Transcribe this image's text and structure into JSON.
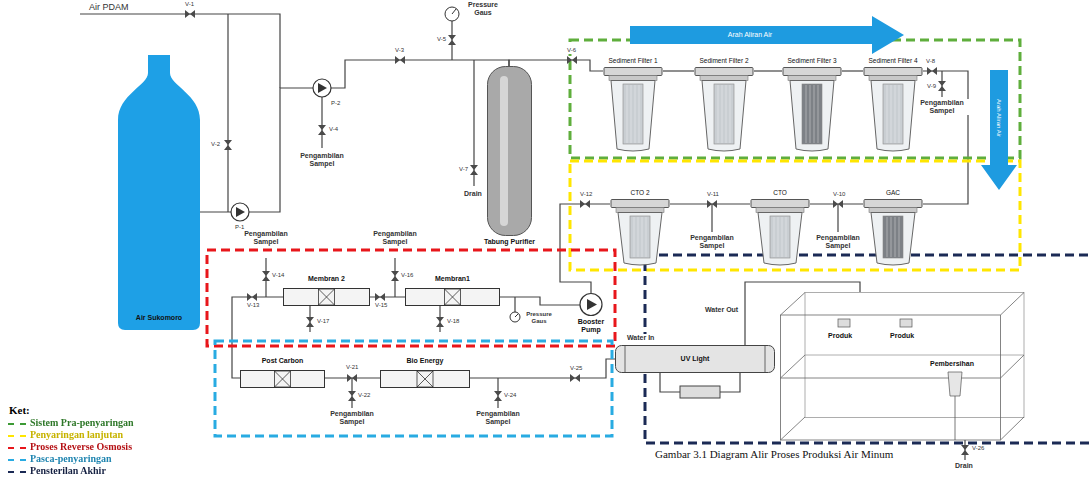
{
  "diagram": {
    "caption": "Gambar 3.1 Diagram Alir Proses Produksi Air Minum",
    "nodes": [
      {
        "text": [
          "Air Sukomoro"
        ]
      },
      {
        "text": [
          "Tabung Purifier"
        ]
      },
      {
        "text": [
          "Sediment Filter 1"
        ]
      },
      {
        "text": [
          "Sediment Filter 2"
        ]
      },
      {
        "text": [
          "Sediment Filter 3"
        ]
      },
      {
        "text": [
          "Sediment Filter 4"
        ]
      },
      {
        "text": [
          "CTO 2"
        ]
      },
      {
        "text": [
          "CTO"
        ]
      },
      {
        "text": [
          "GAC"
        ]
      },
      {
        "text": [
          "Membran 2"
        ]
      },
      {
        "text": [
          "Membran1"
        ]
      },
      {
        "text": [
          "Booster Pump"
        ]
      },
      {
        "text": [
          "Post Carbon"
        ]
      },
      {
        "text": [
          "Bio Energy"
        ]
      },
      {
        "text": [
          "UV Light"
        ]
      },
      {
        "text": [
          "Produk",
          "Produk",
          "Pembersihan"
        ]
      }
    ],
    "edges": [
      {
        "from": 0,
        "to": 1,
        "arrow": "none"
      },
      {
        "from": 1,
        "to": 2,
        "arrow": "none"
      },
      {
        "from": 2,
        "to": 3,
        "arrow": "none"
      },
      {
        "from": 3,
        "to": 4,
        "arrow": "none"
      },
      {
        "from": 4,
        "to": 5,
        "arrow": "none"
      },
      {
        "from": 5,
        "to": 8,
        "arrow": "none"
      },
      {
        "from": 8,
        "to": 7,
        "arrow": "none"
      },
      {
        "from": 7,
        "to": 6,
        "arrow": "none"
      },
      {
        "from": 6,
        "to": 11,
        "arrow": "none"
      },
      {
        "from": 11,
        "to": 10,
        "arrow": "none"
      },
      {
        "from": 10,
        "to": 9,
        "arrow": "none"
      },
      {
        "from": 9,
        "to": 12,
        "arrow": "none"
      },
      {
        "from": 12,
        "to": 13,
        "arrow": "none"
      },
      {
        "from": 13,
        "to": 14,
        "arrow": "none"
      },
      {
        "from": 14,
        "to": 15,
        "arrow": "none"
      }
    ],
    "labels": [
      "Air PDAM",
      "Pressure Gaus",
      "Arah Aliran Air",
      "Arah Aliran Air",
      "V-1",
      "V-2",
      "P-1",
      "P-2",
      "V-3",
      "V-4",
      "Pengambilan Sampel",
      "V-5",
      "V-6",
      "V-7",
      "Drain",
      "V-8",
      "V-9",
      "Pengambilan Sampel",
      "V-10",
      "Pengambilan Sampel",
      "V-11",
      "Pengambilan Sampel",
      "V-12",
      "V-13",
      "V-14",
      "Pengambilan Sampel",
      "V-15",
      "V-16",
      "Pengambilan Sampel",
      "V-17",
      "V-18",
      "Pressure Gaus",
      "V-21",
      "V-22",
      "Pengambilan Sampel",
      "V-24",
      "Pengambilan Sampel",
      "V-25",
      "Water In",
      "Water Out",
      "V-26",
      "Drain",
      "Ket:"
    ],
    "legend": [
      {
        "text": "Sistem Pra-penyaringan",
        "color": "#3c9a35"
      },
      {
        "text": "Penyaringan lanjutan",
        "color": "#ffe600"
      },
      {
        "text": "Proses Reverse Osmosis",
        "color": "#e8161b"
      },
      {
        "text": "Pasca-penyaringan",
        "color": "#29abe2"
      },
      {
        "text": "Pensterilan Akhir",
        "color": "#1b2a55"
      }
    ]
  }
}
